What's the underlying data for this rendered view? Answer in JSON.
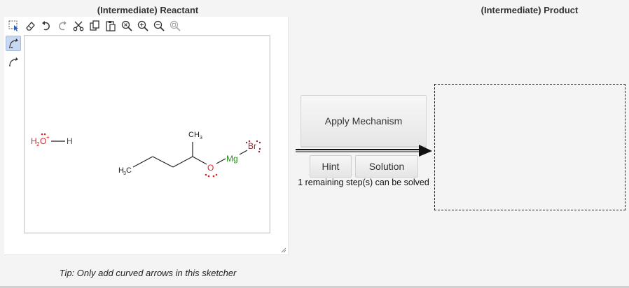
{
  "reactant_panel": {
    "title": "(Intermediate) Reactant",
    "tip": "Tip: Only add curved arrows in this sketcher",
    "toolbar_icons": [
      "select-icon",
      "eraser-icon",
      "undo-icon",
      "redo-icon",
      "cut-icon",
      "copy-icon",
      "paste-icon",
      "zoom-reset-icon",
      "zoom-in-icon",
      "zoom-out-icon",
      "zoom-fit-icon"
    ],
    "side_tools": [
      "curved-arrow-pair-icon",
      "curved-arrow-single-icon"
    ]
  },
  "molecules": {
    "hydronium": {
      "left": "H",
      "sub": "2",
      "atom": "O",
      "charge": "+",
      "right": "H"
    },
    "alkoxide": {
      "ch3_top": "CH",
      "ch3_top_sub": "3",
      "ch3_left": "H",
      "ch3_left_sub": "3",
      "ch3_left_c": "C",
      "oxygen": "O",
      "magnesium": "Mg",
      "bromine": "Br"
    }
  },
  "middle": {
    "apply_label": "Apply Mechanism",
    "hint_label": "Hint",
    "solution_label": "Solution",
    "remaining_text": "1 remaining step(s) can be solved"
  },
  "product_panel": {
    "title": "(Intermediate) Product"
  },
  "colors": {
    "oxygen": "#e0211f",
    "magnesium": "#2a8a1c",
    "bromine": "#8c2633",
    "bond": "#222222"
  }
}
